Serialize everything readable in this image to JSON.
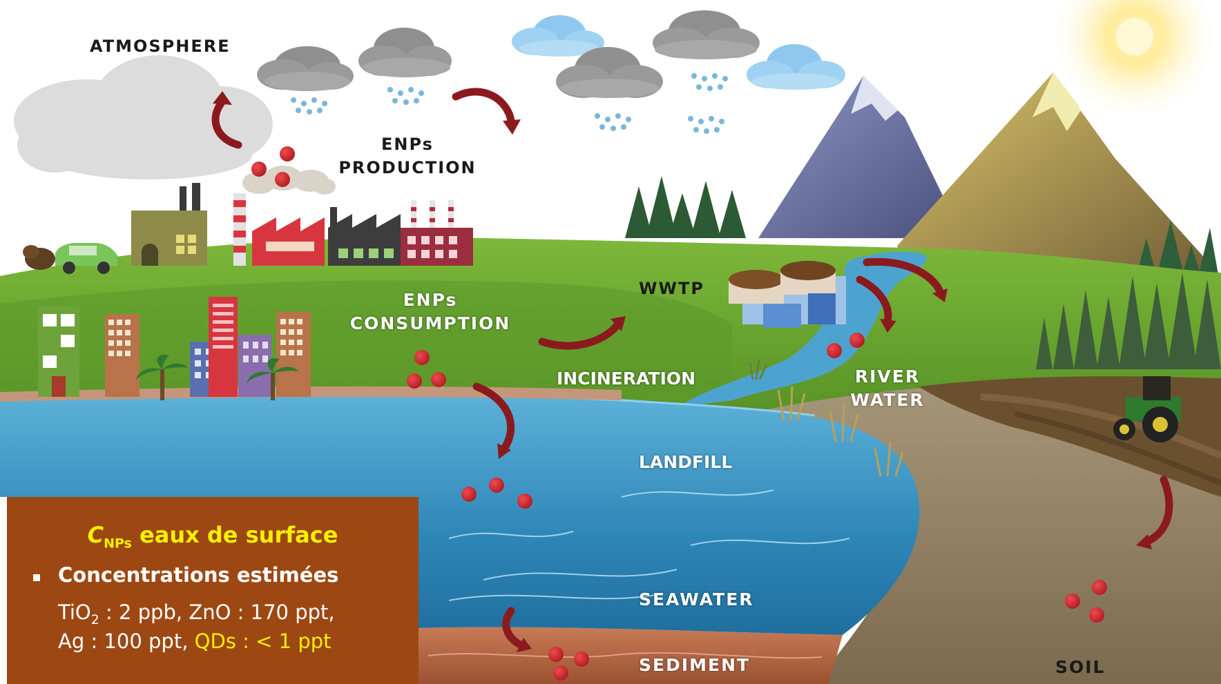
{
  "labels": {
    "atmosphere": "ATMOSPHERE",
    "production_line1": "ENPs",
    "production_line2": "PRODUCTION",
    "consumption_line1": "ENPs",
    "consumption_line2": "CONSUMPTION",
    "wwtp": "WWTP",
    "incineration": "INCINERATION",
    "river_line1": "RIVER",
    "river_line2": "WATER",
    "landfill": "LANDFILL",
    "seawater": "SEAWATER",
    "sediment": "SEDIMENT",
    "soil": "SOIL"
  },
  "panel": {
    "title_c": "C",
    "title_sub": "NPs",
    "title_rest": " eaux de surface",
    "bullet_heading": "Concentrations estimées",
    "line1_a": "TiO",
    "line1_sub": "2",
    "line1_b": " : 2 ppb, ZnO : 170 ppt,",
    "line2_a": "Ag : 100 ppt, ",
    "line2_b": "QDs : < 1 ppt"
  },
  "colors": {
    "particle": "#c62127",
    "arrow": "#8b1a1f",
    "panel_bg": "#9d4813",
    "highlight_text": "#f7f000",
    "water": "#3f9cc8",
    "grass": "#5f9c2a"
  },
  "icons": [
    "cloud-icon",
    "rain-cloud-icon",
    "sun-icon",
    "mountain-icon",
    "pine-tree-icon",
    "factory-icon",
    "car-icon",
    "building-icon",
    "palm-tree-icon",
    "wastewater-plant-icon",
    "tractor-icon",
    "nanoparticle-icon",
    "flow-arrow-icon"
  ]
}
